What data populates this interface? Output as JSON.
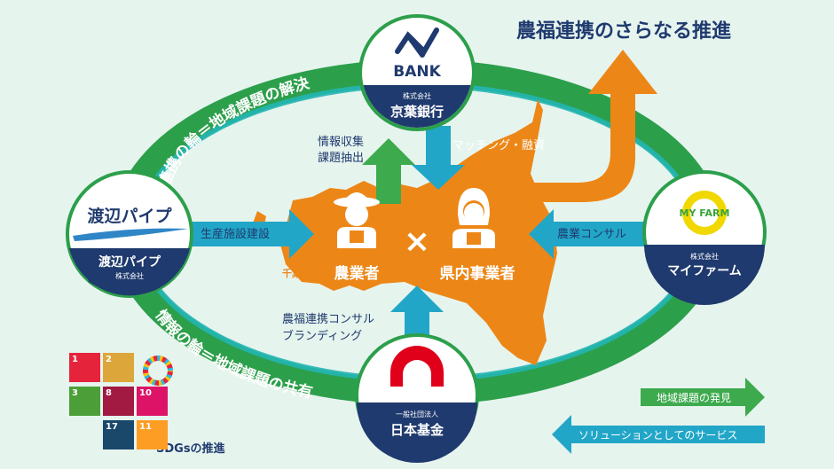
{
  "title": "農福連携のさらなる推進",
  "ring_labels": {
    "top": "連携の輪＝地域課題の解決",
    "bottom": "情報の輪＝地域課題の共有"
  },
  "nodes": {
    "bank": {
      "logo_text": "BANK",
      "sub": "株式会社",
      "name": "京葉銀行"
    },
    "pipe": {
      "logo_text": "渡辺パイプ",
      "name": "渡辺パイプ",
      "sub": "株式会社"
    },
    "farm": {
      "logo_text": "MY FARM",
      "sub": "株式会社",
      "name": "マイファーム"
    },
    "foundation": {
      "sub": "一般社団法人",
      "name": "日本基金"
    }
  },
  "center": {
    "region": "千葉県",
    "farmer": "農業者",
    "cross": "×",
    "business": "県内事業者"
  },
  "flows": {
    "info": [
      "情報収集",
      "課題抽出"
    ],
    "matching": "マッチング・融資",
    "facility": "生産施設建設",
    "consult": "農業コンサル",
    "branding": [
      "農福連携コンサル",
      "ブランディング"
    ]
  },
  "legend": {
    "discover": "地域課題の発見",
    "service": "ソリューションとしてのサービス"
  },
  "sdgs": {
    "label": "SDGsの推進",
    "tiles": [
      {
        "num": "1",
        "color": "#e5243b"
      },
      {
        "num": "2",
        "color": "#dda63a"
      },
      {
        "num": "3",
        "color": "#4c9f38"
      },
      {
        "num": "8",
        "color": "#a21942"
      },
      {
        "num": "10",
        "color": "#dd1367"
      },
      {
        "num": "17",
        "color": "#19486a"
      },
      {
        "num": "11",
        "color": "#fd9d24"
      }
    ],
    "wheel_icon": "sdg-wheel-icon"
  },
  "colors": {
    "ring_outer": "#2c9f4b",
    "ring_inner": "#22b5b2",
    "orange": "#ec8717",
    "navy": "#1f3a6e",
    "green_arrow": "#3daa4d",
    "title": "#1f3a6e"
  }
}
